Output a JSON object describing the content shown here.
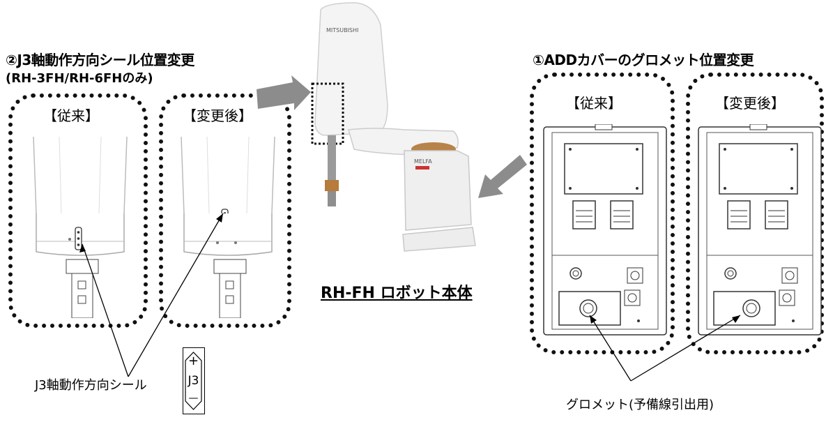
{
  "left_section": {
    "title": "②J3軸動作方向シール位置変更",
    "subtitle": "(RH-3FH/RH-6FHのみ)",
    "before_label": "【従来】",
    "after_label": "【変更後】",
    "seal_caption": "J3軸動作方向シール",
    "seal_icon": {
      "plus": "+",
      "axis": "J3",
      "minus": "—"
    }
  },
  "center_section": {
    "robot_title": "RH-FH ロボット本体"
  },
  "right_section": {
    "title": "①ADDカバーのグロメット位置変更",
    "before_label": "【従来】",
    "after_label": "【変更後】",
    "grommet_caption": "グロメット(予備線引出用)"
  }
}
